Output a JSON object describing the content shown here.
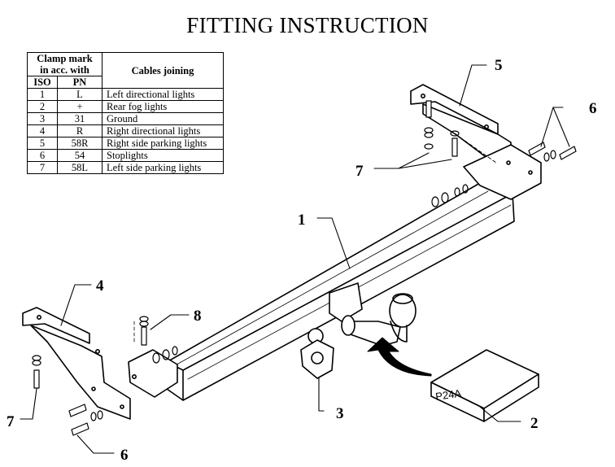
{
  "title": "FITTING INSTRUCTION",
  "table": {
    "header_clamp_line1": "Clamp mark",
    "header_clamp_line2": "in acc. with",
    "header_cables": "Cables joining",
    "header_iso": "ISO",
    "header_pn": "PN",
    "rows": [
      {
        "iso": "1",
        "pn": "L",
        "cable": "Left directional lights"
      },
      {
        "iso": "2",
        "pn": "+",
        "cable": "Rear fog lights"
      },
      {
        "iso": "3",
        "pn": "31",
        "cable": "Ground"
      },
      {
        "iso": "4",
        "pn": "R",
        "cable": "Right directional lights"
      },
      {
        "iso": "5",
        "pn": "58R",
        "cable": "Right side parking lights"
      },
      {
        "iso": "6",
        "pn": "54",
        "cable": "Stoplights"
      },
      {
        "iso": "7",
        "pn": "58L",
        "cable": "Left side parking lights"
      }
    ]
  },
  "callouts": {
    "n1": "1",
    "n2": "2",
    "n3": "3",
    "n4": "4",
    "n5": "5",
    "n6_top": "6",
    "n6_bottom": "6",
    "n7_top": "7",
    "n7_left": "7",
    "n8": "8"
  },
  "box_label": "P24A"
}
